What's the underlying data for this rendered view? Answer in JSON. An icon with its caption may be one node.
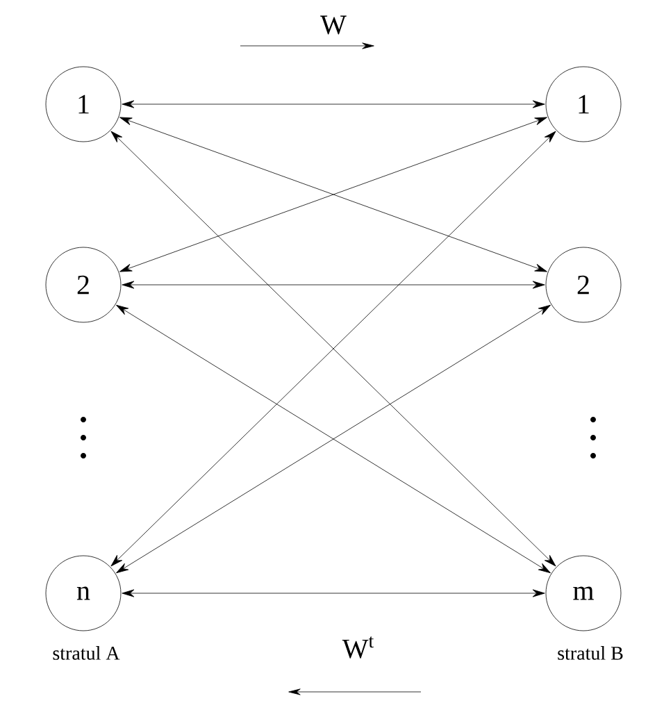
{
  "diagram": {
    "nodes": [
      {
        "text": [
          "1"
        ]
      },
      {
        "text": [
          "2"
        ]
      },
      {
        "text": [
          "n"
        ]
      },
      {
        "text": [
          "1"
        ]
      },
      {
        "text": [
          "2"
        ]
      },
      {
        "text": [
          "m"
        ]
      }
    ],
    "edges": [
      {
        "from": 0,
        "to": 3,
        "arrow": "both"
      },
      {
        "from": 0,
        "to": 4,
        "arrow": "both"
      },
      {
        "from": 0,
        "to": 5,
        "arrow": "both"
      },
      {
        "from": 1,
        "to": 3,
        "arrow": "both"
      },
      {
        "from": 1,
        "to": 4,
        "arrow": "both"
      },
      {
        "from": 1,
        "to": 5,
        "arrow": "both"
      },
      {
        "from": 2,
        "to": 3,
        "arrow": "both"
      },
      {
        "from": 2,
        "to": 4,
        "arrow": "both"
      },
      {
        "from": 2,
        "to": 5,
        "arrow": "both"
      }
    ],
    "labels": [
      "W",
      "stratul  A",
      "W$^{t}$",
      "stratul  B"
    ]
  }
}
